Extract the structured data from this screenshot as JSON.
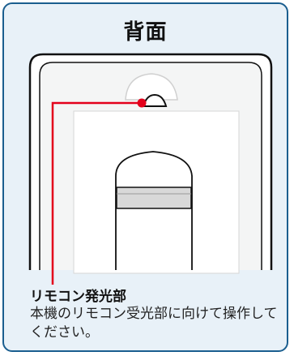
{
  "title": "背面",
  "callout": {
    "label": "リモコン発光部",
    "description": "本機のリモコン受光部に向けて操作してください。"
  },
  "colors": {
    "panel_border": "#1a5e8f",
    "panel_bg": "#e8f1f8",
    "callout_line": "#e3001b"
  }
}
